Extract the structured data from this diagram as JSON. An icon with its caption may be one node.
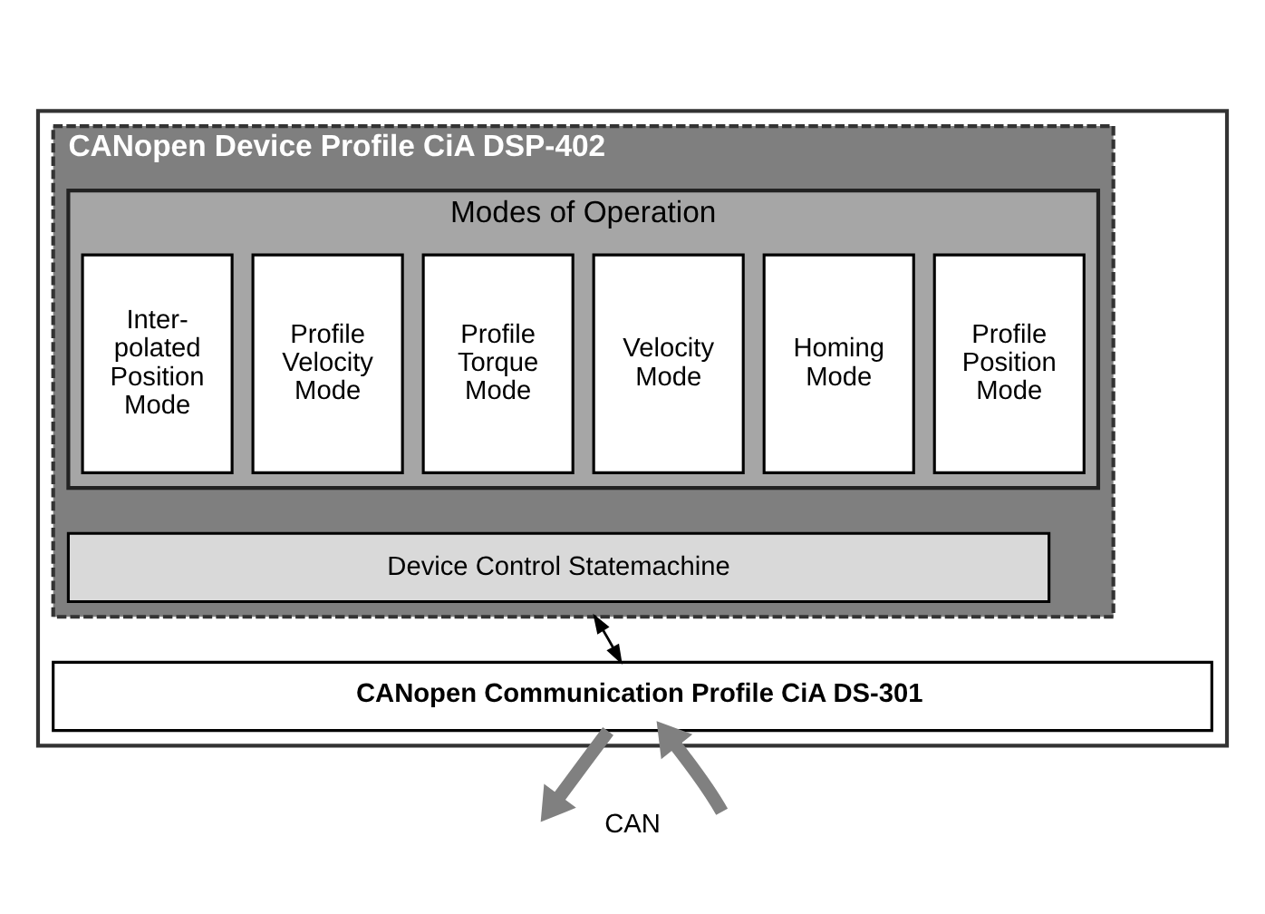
{
  "diagram": {
    "nodes": [
      {
        "text": [],
        "shape": "box"
      },
      {
        "text": [
          "CANopen Device Profile CiA DSP-402"
        ],
        "in": 0
      },
      {
        "text": [
          "Modes of Operation"
        ],
        "in": 1
      },
      {
        "text": [
          "Homing Mode"
        ],
        "in": 2
      },
      {
        "text": [
          "Profile Position Mode"
        ],
        "in": 2
      },
      {
        "text": [
          "Inter- polated Position Mode"
        ],
        "in": 2
      },
      {
        "text": [
          "Profile Velocity Mode"
        ],
        "in": 2
      },
      {
        "text": [
          "Profile Torque Mode"
        ],
        "in": 2
      },
      {
        "text": [
          "Velocity Mode"
        ],
        "in": 2
      },
      {
        "text": [
          "Device Control Statemachine"
        ],
        "in": 1
      },
      {
        "text": [
          "CANopen Communication Profile CiA DS-301"
        ],
        "in": 0
      }
    ],
    "edges": [
      {
        "from": 1,
        "to": 10,
        "arrow": "both",
        "color": "#000000"
      },
      {
        "from": 10,
        "to": null,
        "arrow": "to"
      },
      {
        "from": null,
        "to": 10,
        "arrow": "to"
      }
    ],
    "labels": [
      "CAN"
    ]
  }
}
